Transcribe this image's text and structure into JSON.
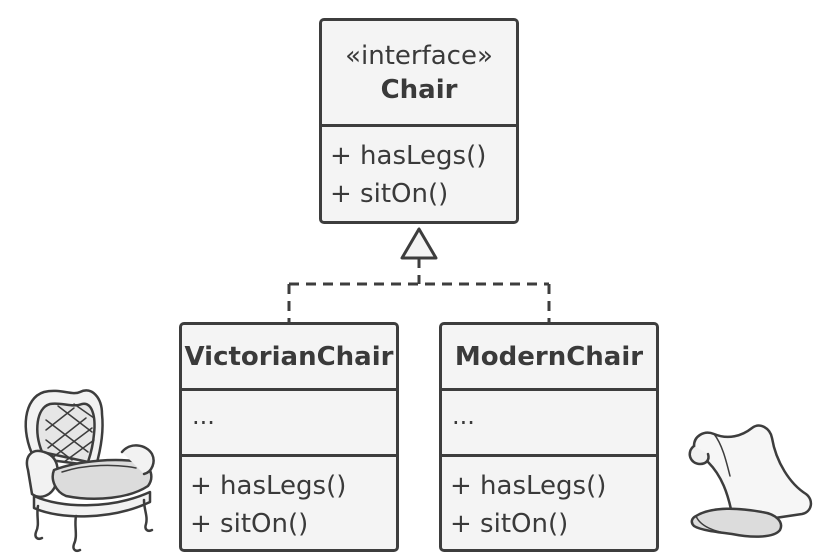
{
  "interface": {
    "stereotype": "«interface»",
    "name": "Chair",
    "methods": [
      "+ hasLegs()",
      "+ sitOn()"
    ]
  },
  "classes": [
    {
      "name": "VictorianChair",
      "fields": "...",
      "methods": [
        "+ hasLegs()",
        "+ sitOn()"
      ]
    },
    {
      "name": "ModernChair",
      "fields": "...",
      "methods": [
        "+ hasLegs()",
        "+ sitOn()"
      ]
    }
  ],
  "relationship": {
    "type": "realization"
  },
  "illustrations": {
    "left": "armchair-icon",
    "right": "scroll-icon"
  }
}
